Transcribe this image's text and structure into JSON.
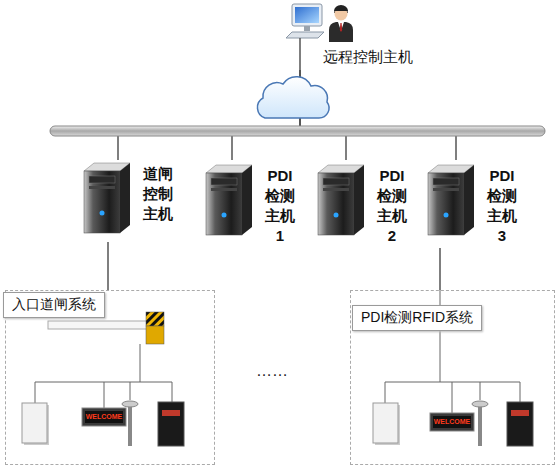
{
  "diagram": {
    "nodes": [
      {
        "text": [
          "远程控制主机"
        ]
      },
      {
        "text": [
          "道闸 控制 主机"
        ]
      },
      {
        "text": [
          "PDI 检测 主机 1"
        ]
      },
      {
        "text": [
          "PDI 检测 主机 2"
        ]
      },
      {
        "text": [
          "PDI 检测 主机 3"
        ]
      },
      {
        "text": [
          "入口道闸系统"
        ]
      },
      {
        "text": [
          "PDI检测RFID系统"
        ]
      }
    ],
    "edges": [
      {
        "from": 0,
        "to": 1,
        "arrow": "none"
      },
      {
        "from": 0,
        "to": 2,
        "arrow": "none"
      },
      {
        "from": 0,
        "to": 3,
        "arrow": "none"
      },
      {
        "from": 0,
        "to": 4,
        "arrow": "none"
      },
      {
        "from": 1,
        "to": 5,
        "arrow": "none"
      },
      {
        "from": 4,
        "to": 6,
        "arrow": "none"
      }
    ],
    "labels": [
      "……",
      "WELCOME",
      "WELCOME"
    ]
  }
}
